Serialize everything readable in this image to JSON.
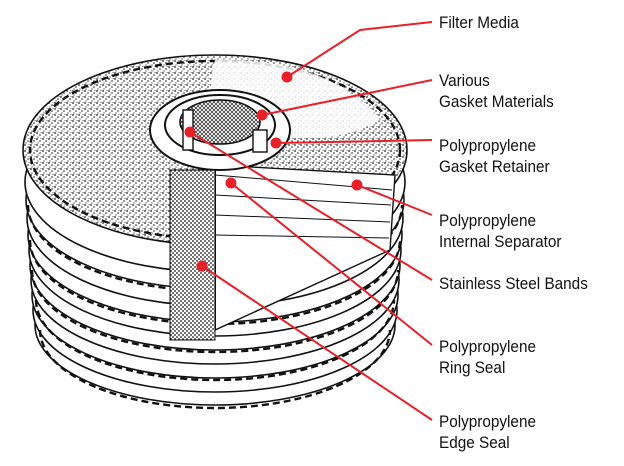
{
  "diagram": {
    "subject": "cutaway-filter-cartridge",
    "accent_color": "#e8202a",
    "line_color": "#111111",
    "labels": [
      {
        "id": "filter-media",
        "lines": [
          "Filter Media"
        ]
      },
      {
        "id": "gasket-materials",
        "lines": [
          "Various",
          "Gasket Materials"
        ]
      },
      {
        "id": "gasket-retainer",
        "lines": [
          "Polypropylene",
          "Gasket Retainer"
        ]
      },
      {
        "id": "internal-separator",
        "lines": [
          "Polypropylene",
          "Internal Separator"
        ]
      },
      {
        "id": "stainless-steel-bands",
        "lines": [
          "Stainless Steel Bands"
        ]
      },
      {
        "id": "ring-seal",
        "lines": [
          "Polypropylene",
          "Ring Seal"
        ]
      },
      {
        "id": "edge-seal",
        "lines": [
          "Polypropylene",
          "Edge Seal"
        ]
      }
    ]
  }
}
